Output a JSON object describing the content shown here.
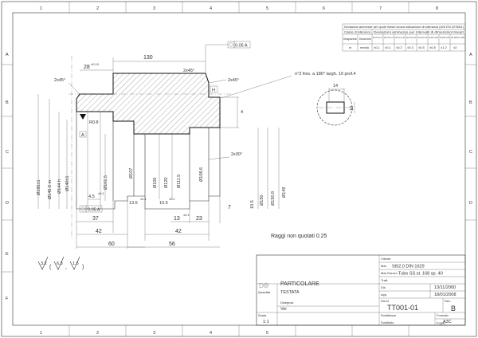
{
  "border": {
    "columns": [
      "1",
      "2",
      "3",
      "4",
      "5",
      "6",
      "7",
      "8"
    ],
    "rows": [
      "A",
      "B",
      "C",
      "D",
      "E",
      "F"
    ]
  },
  "tolerance_table": {
    "title": "Deviazioni ammesse per quote lineari senza indicazione di tolleranza (UNI EN 22768/1)",
    "header_class": "Classe di tolleranza",
    "header_dev": "Deviazioni ammesse per intervalli di dimensioni lineari",
    "col_design": "Designazione",
    "col_desc": "Descrizione",
    "ranges": [
      "da 0,5 fino a 3",
      "oltre 3 fino a 6",
      "oltre 6 fino a 30",
      "oltre 30 fino a 120",
      "oltre 120 fino a 400",
      "oltre 400 fino a 1000",
      "oltre 1000 fino a 2000",
      "oltre 2000 fino a 4000"
    ],
    "row_design": "m",
    "row_desc": "media",
    "values": [
      "±0.1",
      "±0.1",
      "±0.2",
      "±0.3",
      "±0.5",
      "±0.8",
      "±1.2",
      "±2"
    ]
  },
  "dimensions": {
    "d130": "130",
    "d28": "28",
    "d28_tol": "±0.10",
    "d2x45_a": "2x45°",
    "d2x45_b": "2x45°",
    "d2x45_c": "2x45°",
    "d2x30": "2x30°",
    "ro8": "R0.8",
    "d4": "4",
    "d14": "14",
    "d10": "10",
    "d105": "10.5",
    "d7": "7",
    "d23": "23",
    "d13": "13",
    "d13_tol": "±0.1",
    "d37": "37",
    "d42a": "42",
    "d42b": "42",
    "d45": "4.5",
    "d45_tol": "±0.1",
    "d60": "60",
    "d56": "56",
    "d135": "13.5",
    "d135_tol": "±0.1",
    "d105b": "10.5",
    "d105b_tol": "±0.1",
    "notch_note": "n°2 fres. a 180° largh. 10 prof.4",
    "dia_left": [
      "Ø185±1",
      "Ø145.6 m",
      "Ø144 h",
      "Ø140±1",
      "Ø101.5"
    ],
    "dia_mid": [
      "Ø107",
      "Ø105",
      "Ø120",
      "Ø111.5",
      "Ø108.6"
    ],
    "dia_right": [
      "Ø150",
      "Ø150.8",
      "Ø149"
    ],
    "gdt_top": "0.05 A",
    "gdt_bottom": "0.05 A",
    "datum": "A",
    "radius_note": "Raggi non quotati 0.25"
  },
  "roughness": [
    "3.2",
    "6.3",
    "1.6"
  ],
  "title_block": {
    "cliente_label": "Cliente",
    "materiale_label": "Mat.",
    "materiale": "St52.0 DIN 1629",
    "mat_grezzo_label": "Mat.Grezzo",
    "mat_grezzo": "Tubo SS.st. 168 sp. 40",
    "trattamento_label": "Tratt.",
    "dis_label": "Dis.",
    "dis_date": "13/11/2000",
    "app_label": "App.",
    "app_date": "18/01/2008",
    "part_label": "PARTICOLARE",
    "part_name": "TESTATA",
    "quantity_label": "Quantità",
    "drawing_no_label": "Dis.N.",
    "drawing_no": "TT001-01",
    "rev_label": "Rev.",
    "rev": "B",
    "scala_label": "Scala",
    "scala": "1:1",
    "sostituisce_label": "Sostituisce",
    "sostituito_label": "Sostituito",
    "formato_label": "Formato",
    "formato": "A3C",
    "foglio_label": "Foglio",
    "disegnatore_label": "Disegnat.",
    "disegnatore": "Vei"
  }
}
